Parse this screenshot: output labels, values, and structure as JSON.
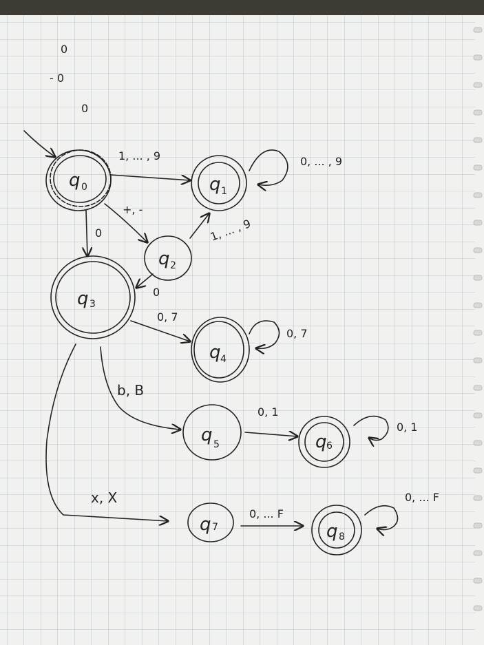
{
  "stray_marks": [
    "0",
    "- 0",
    "0"
  ],
  "states": {
    "q0": {
      "letter": "q",
      "sub": "0"
    },
    "q1": {
      "letter": "q",
      "sub": "1"
    },
    "q2": {
      "letter": "q",
      "sub": "2"
    },
    "q3": {
      "letter": "q",
      "sub": "3"
    },
    "q4": {
      "letter": "q",
      "sub": "4"
    },
    "q5": {
      "letter": "q",
      "sub": "5"
    },
    "q6": {
      "letter": "q",
      "sub": "6"
    },
    "q7": {
      "letter": "q",
      "sub": "7"
    },
    "q8": {
      "letter": "q",
      "sub": "8"
    }
  },
  "edges": {
    "q0_q1": "1, ... , 9",
    "q1_loop": "0, ... , 9",
    "q0_q2": "+, -",
    "q2_q1": "1, ... , 9",
    "q0_q3": "0",
    "q2_q3": "0",
    "q3_q4": "0, 7",
    "q4_loop": "0, 7",
    "q3_q5": "b, B",
    "q5_q6": "0, 1",
    "q6_loop": "0, 1",
    "q3_q7": "x, X",
    "q7_q8": "0, ... F",
    "q8_loop": "0, ... F"
  }
}
